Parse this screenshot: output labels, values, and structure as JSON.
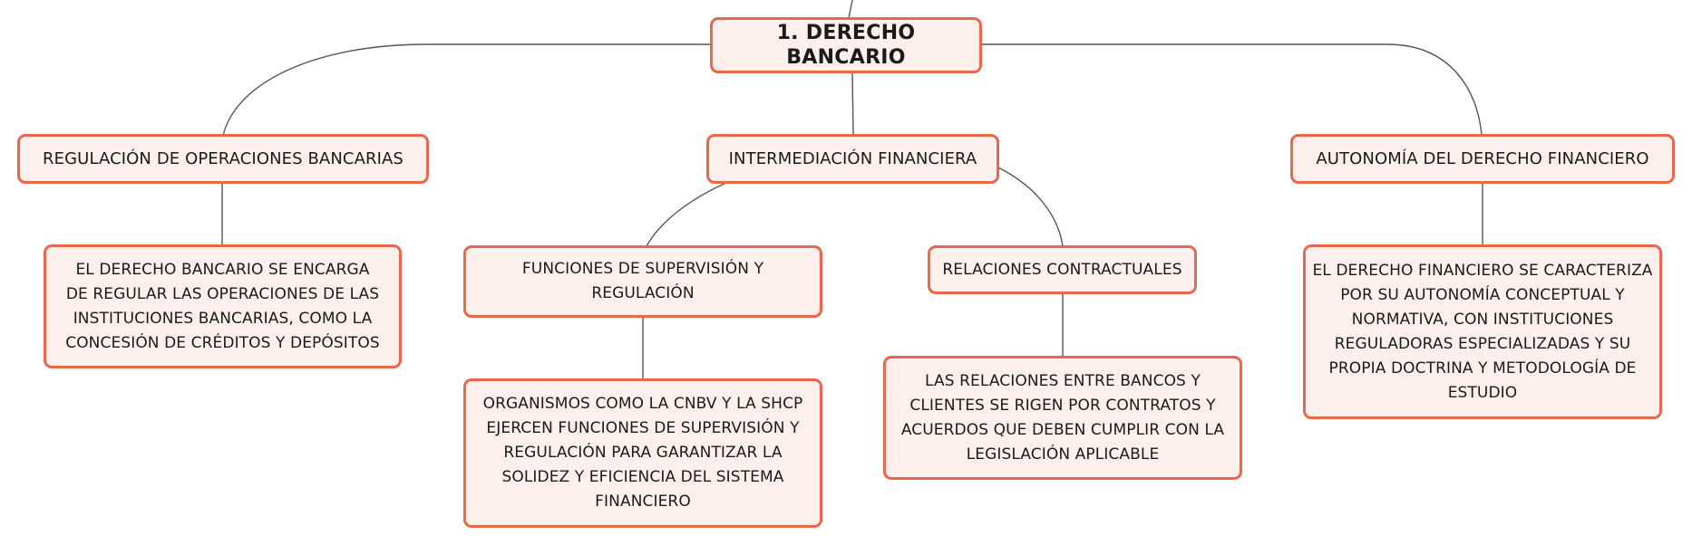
{
  "root": {
    "label": "1. DERECHO BANCARIO"
  },
  "topics": {
    "regulacion": {
      "label": "REGULACIÓN DE OPERACIONES BANCARIAS"
    },
    "intermediacion": {
      "label": "INTERMEDIACIÓN FINANCIERA"
    },
    "autonomia": {
      "label": "AUTONOMÍA DEL DERECHO FINANCIERO"
    }
  },
  "subtopics": {
    "funciones": {
      "label": "FUNCIONES DE SUPERVISIÓN Y REGULACIÓN"
    },
    "relaciones": {
      "label": "RELACIONES CONTRACTUALES"
    }
  },
  "details": {
    "regulacion": {
      "text": "EL DERECHO BANCARIO SE ENCARGA DE REGULAR LAS OPERACIONES DE LAS INSTITUCIONES BANCARIAS, COMO LA CONCESIÓN DE CRÉDITOS Y DEPÓSITOS"
    },
    "funciones": {
      "text": "ORGANISMOS COMO LA CNBV Y LA SHCP EJERCEN FUNCIONES DE SUPERVISIÓN Y REGULACIÓN PARA GARANTIZAR LA SOLIDEZ Y EFICIENCIA DEL SISTEMA FINANCIERO"
    },
    "relaciones": {
      "text": "LAS RELACIONES ENTRE BANCOS Y CLIENTES SE RIGEN POR CONTRATOS Y ACUERDOS QUE DEBEN CUMPLIR CON LA LEGISLACIÓN APLICABLE"
    },
    "autonomia": {
      "text": "EL DERECHO FINANCIERO SE CARACTERIZA POR SU AUTONOMÍA CONCEPTUAL Y NORMATIVA, CON INSTITUCIONES REGULADORAS ESPECIALIZADAS Y SU PROPIA DOCTRINA Y METODOLOGÍA DE ESTUDIO"
    }
  },
  "colors": {
    "node_fill": "#fdf0ec",
    "node_border": "#e8674f",
    "connector": "#555555"
  }
}
